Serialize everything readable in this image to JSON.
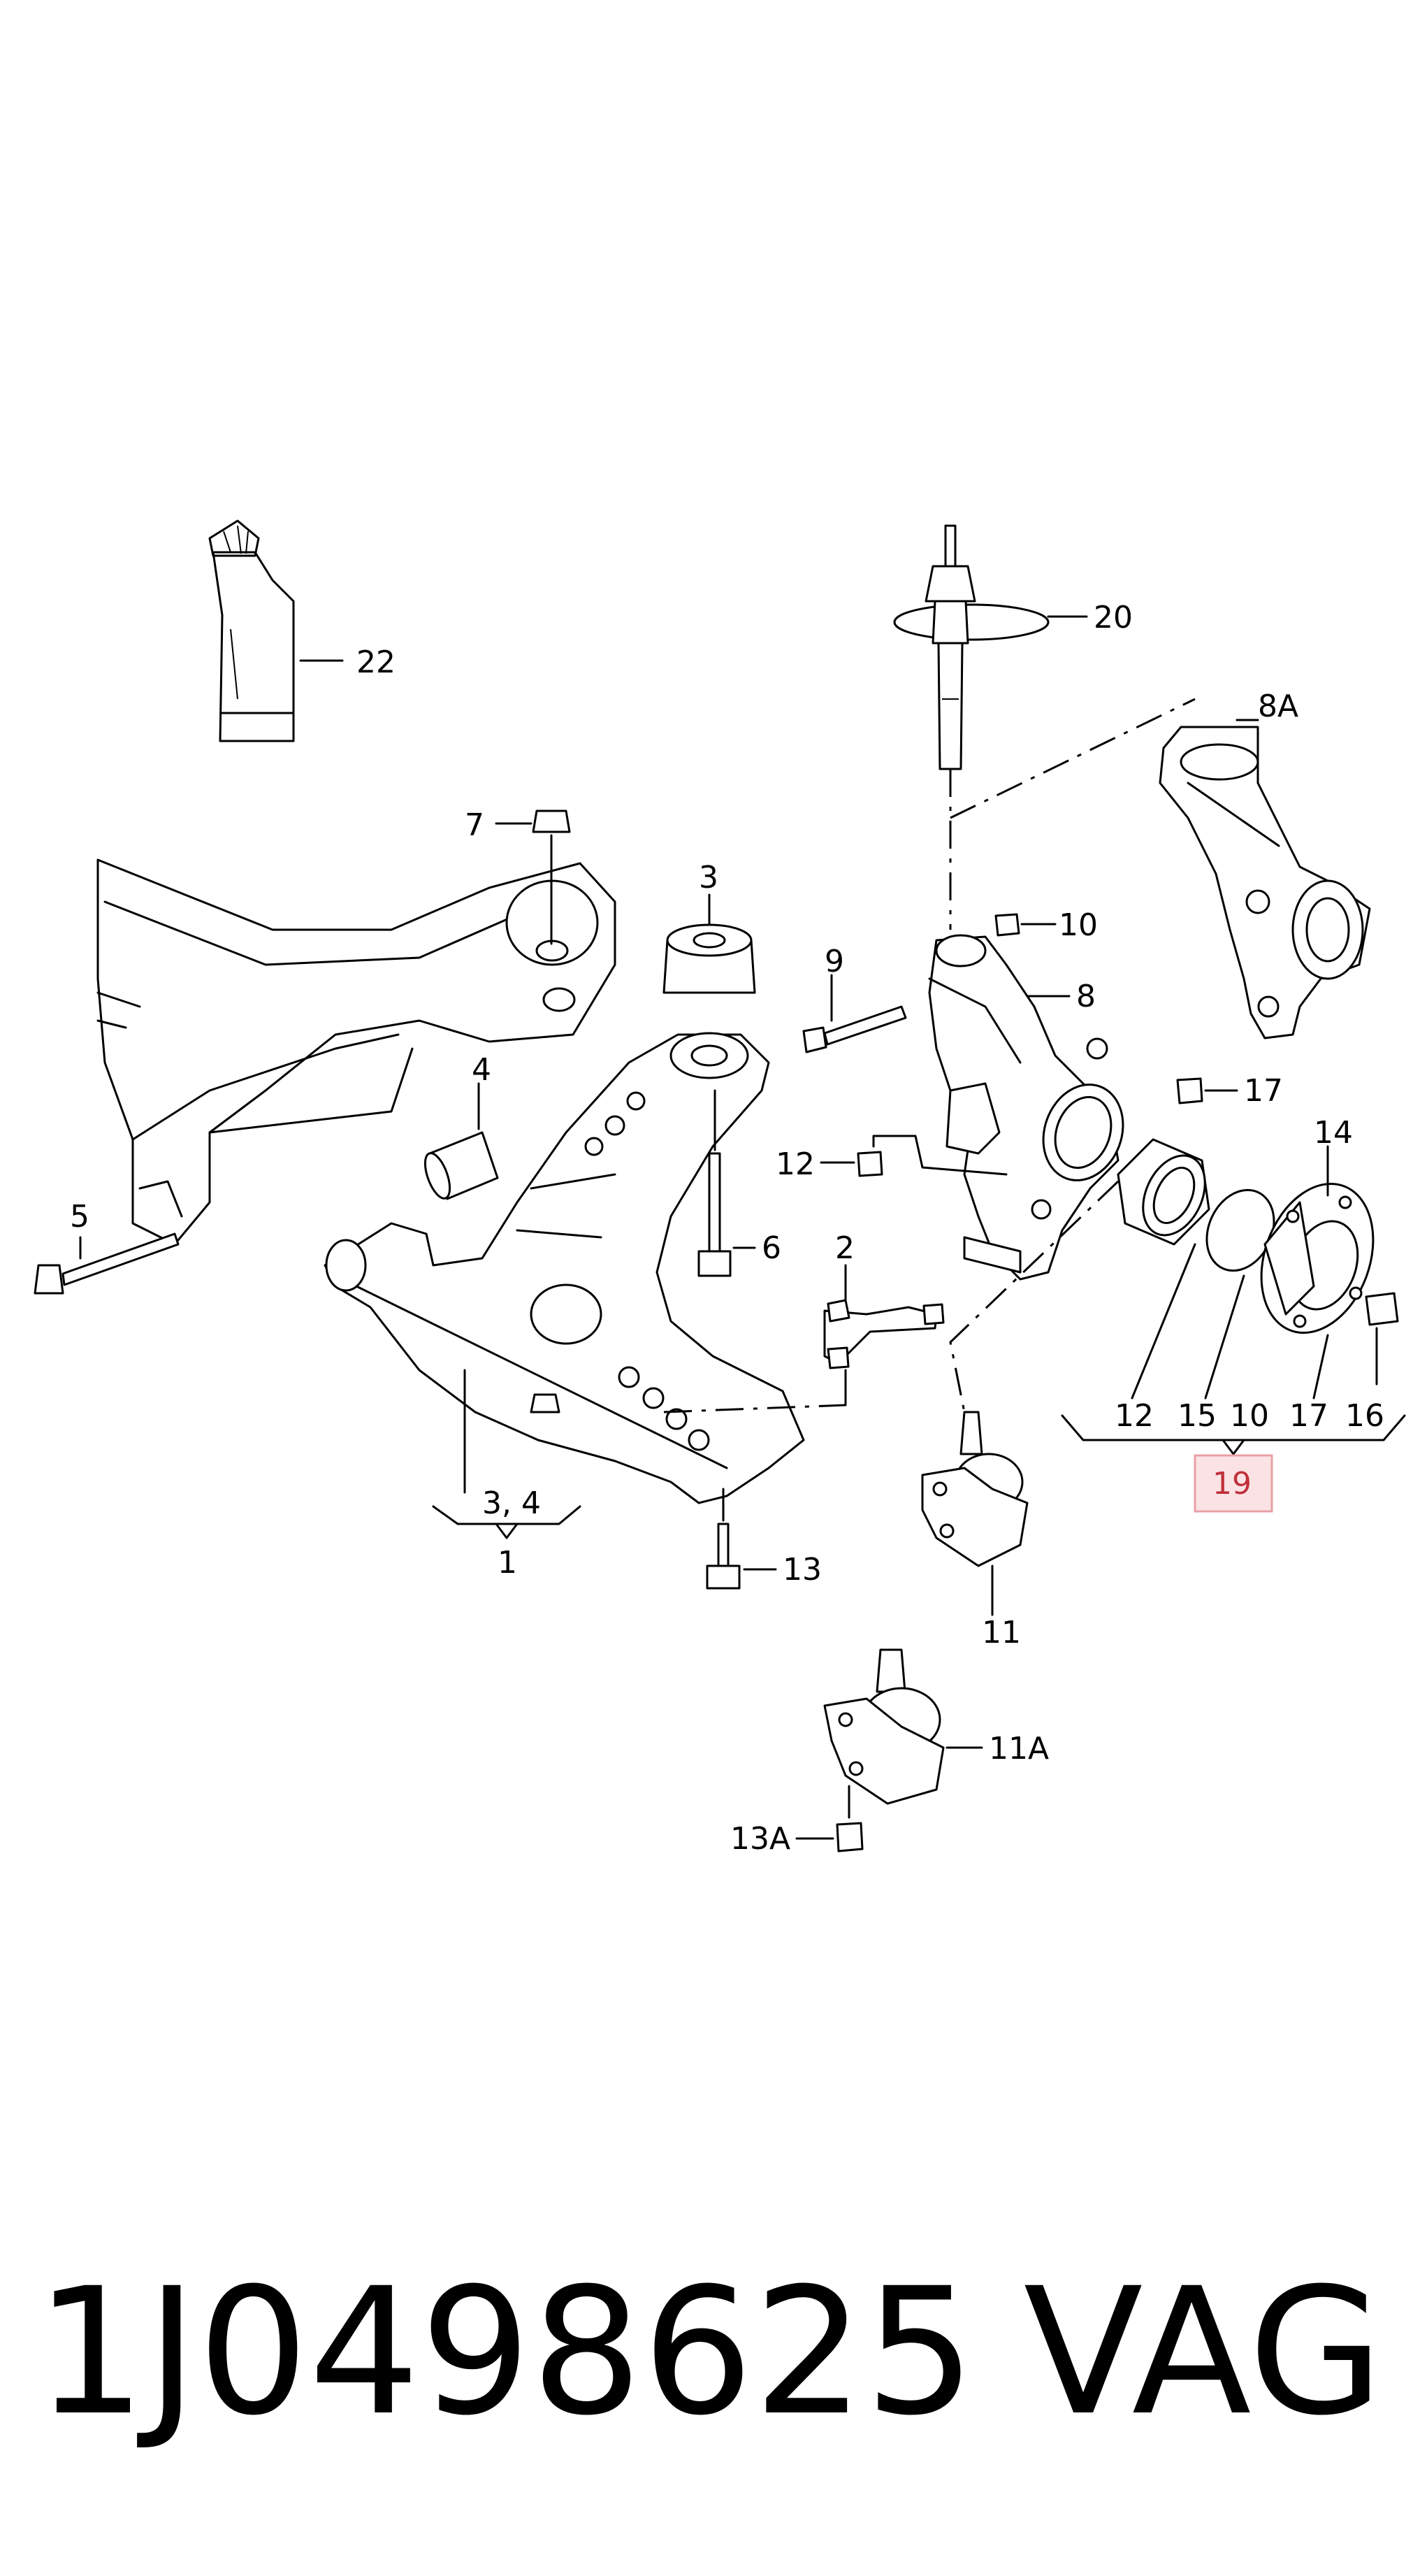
{
  "labels": {
    "l1": "1",
    "l2": "2",
    "l3a": "3",
    "l3b": "3, 4",
    "l4": "4",
    "l5": "5",
    "l6": "6",
    "l7": "7",
    "l8": "8",
    "l8a": "8A",
    "l9": "9",
    "l10a": "10",
    "l10b": "10",
    "l11": "11",
    "l11a": "11A",
    "l12a": "12",
    "l12b": "12",
    "l13": "13",
    "l13a": "13A",
    "l14": "14",
    "l15": "15",
    "l16": "16",
    "l17a": "17",
    "l17b": "17",
    "l19": "19",
    "l20": "20",
    "l22": "22"
  },
  "colors": {
    "highlight_border": "#e8a0a6",
    "highlight_fill": "#fbe3e5",
    "highlight_text": "#c0303a"
  },
  "footer": {
    "part_number": "1J0498625",
    "brand": "VAG"
  }
}
